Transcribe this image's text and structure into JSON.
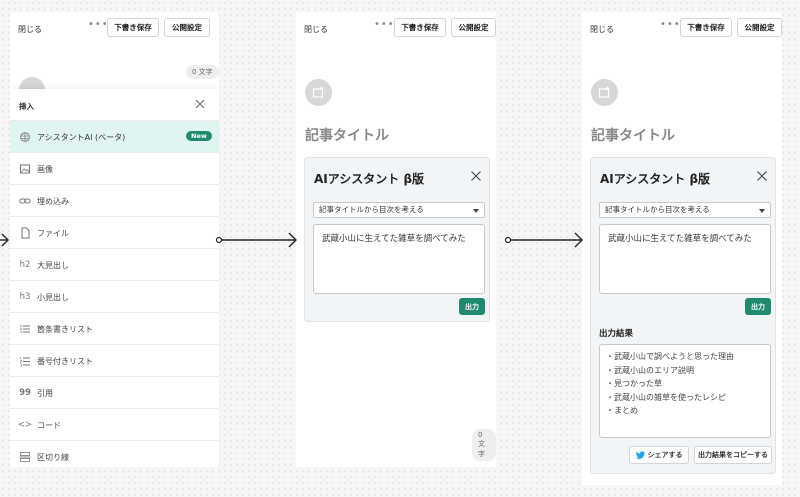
{
  "panel1": {
    "close": "閉じる",
    "more": "•••",
    "draft": "下書き保存",
    "publish": "公開設定",
    "char_count": "0 文字",
    "insert_title": "挿入",
    "items": [
      {
        "label": "アシスタントAI (ベータ)",
        "icon": "ai-brain-icon",
        "badge": "New"
      },
      {
        "label": "画像",
        "icon": "image-icon"
      },
      {
        "label": "埋め込み",
        "icon": "link-icon"
      },
      {
        "label": "ファイル",
        "icon": "file-icon"
      },
      {
        "label": "大見出し",
        "icon": "h2-icon",
        "glyph": "h2"
      },
      {
        "label": "小見出し",
        "icon": "h3-icon",
        "glyph": "h3"
      },
      {
        "label": "箇条書きリスト",
        "icon": "bullet-list-icon"
      },
      {
        "label": "番号付きリスト",
        "icon": "numbered-list-icon"
      },
      {
        "label": "引用",
        "icon": "quote-icon",
        "glyph": "99"
      },
      {
        "label": "コード",
        "icon": "code-icon",
        "glyph": "<>"
      },
      {
        "label": "区切り線",
        "icon": "divider-icon"
      }
    ]
  },
  "panel2": {
    "close": "閉じる",
    "more": "•••",
    "draft": "下書き保存",
    "publish": "公開設定",
    "page_title": "記事タイトル",
    "ai_title": "AIアシスタント β版",
    "select_value": "記事タイトルから目次を考える",
    "prompt_text": "武蔵小山に生えてた雑草を調べてみた",
    "submit": "出力",
    "char_count": "0 文字"
  },
  "panel3": {
    "close": "閉じる",
    "more": "•••",
    "draft": "下書き保存",
    "publish": "公開設定",
    "page_title": "記事タイトル",
    "ai_title": "AIアシスタント β版",
    "select_value": "記事タイトルから目次を考える",
    "prompt_text": "武蔵小山に生えてた雑草を調べてみた",
    "submit": "出力",
    "result_label": "出力結果",
    "result_lines": [
      "・武蔵小山で調べようと思った理由",
      "・武蔵小山のエリア説明",
      "・見つかった草",
      "・武蔵小山の雑草を使ったレシピ",
      "・まとめ"
    ],
    "share": "シェアする",
    "copy": "出力結果をコピーする"
  },
  "colors": {
    "accent": "#1f8a70",
    "ai_row_bg": "#e0f4f1"
  }
}
